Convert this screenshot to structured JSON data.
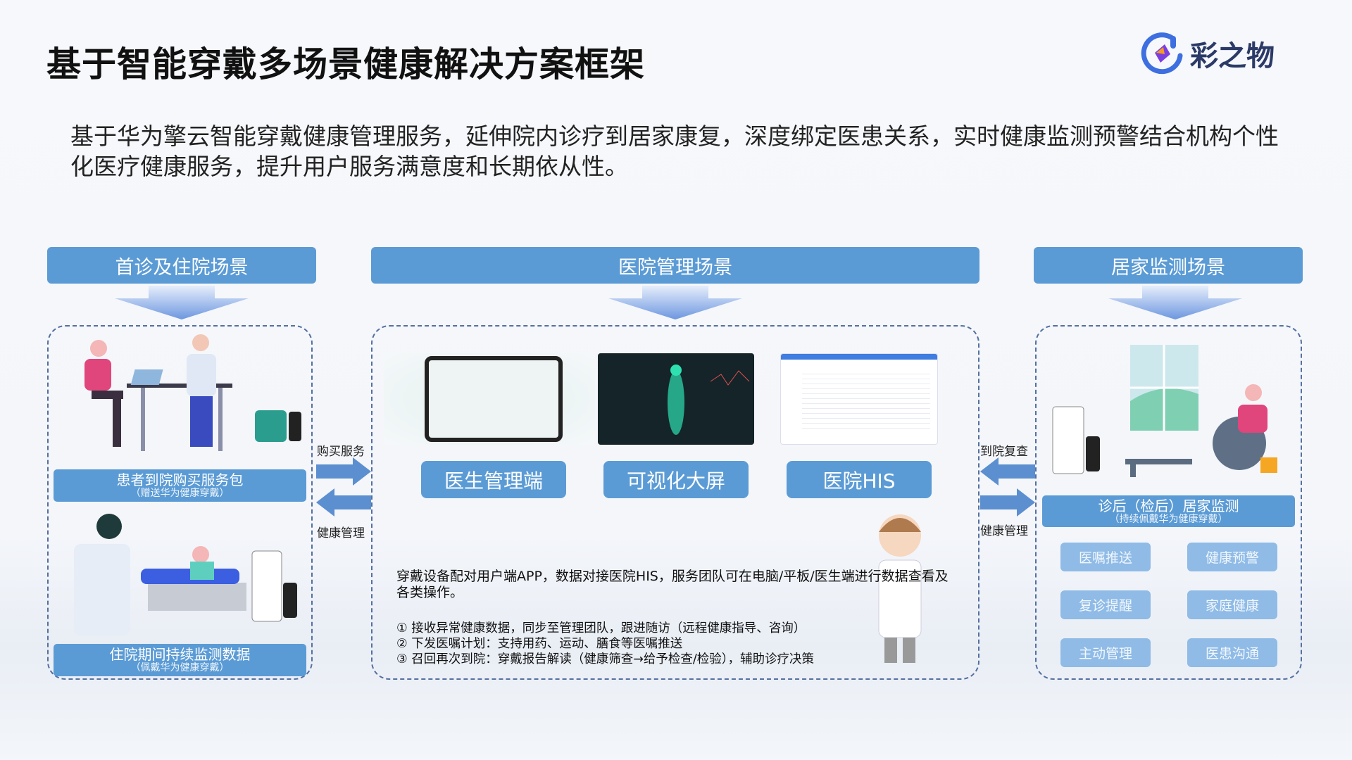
{
  "title": "基于智能穿戴多场景健康解决方案框架",
  "logo": {
    "text": "彩之物"
  },
  "description": "基于华为擎云智能穿戴健康管理服务，延伸院内诊疗到居家康复，深度绑定医患关系，实时健康监测预警结合机构个性化医疗健康服务，提升用户服务满意度和长期依从性。",
  "colors": {
    "accent": "#5b9bd5",
    "light_accent": "#8fbbe6",
    "dashed_border": "#5470a0"
  },
  "sections": {
    "left": {
      "header": "首诊及住院场景",
      "bar1": {
        "main": "患者到院购买服务包",
        "sub": "（赠送华为健康穿戴）"
      },
      "bar2": {
        "main": "住院期间持续监测数据",
        "sub": "（佩戴华为健康穿戴）"
      }
    },
    "middle": {
      "header": "医院管理场景",
      "buttons": [
        "医生管理端",
        "可视化大屏",
        "医院HIS"
      ],
      "body": "穿戴设备配对用户端APP，数据对接医院HIS，服务团队可在电脑/平板/医生端进行数据查看及各类操作。",
      "list": [
        "① 接收异常健康数据，同步至管理团队，跟进随访（远程健康指导、咨询）",
        "② 下发医嘱计划：支持用药、运动、膳食等医嘱推送",
        "③ 召回再次到院：穿戴报告解读（健康筛查→给予检查/检验），辅助诊疗决策"
      ]
    },
    "right": {
      "header": "居家监测场景",
      "bar": {
        "main": "诊后（检后）居家监测",
        "sub": "（持续佩戴华为健康穿戴）"
      },
      "features": [
        "医嘱推送",
        "健康预警",
        "复诊提醒",
        "家庭健康",
        "主动管理",
        "医患沟通"
      ]
    }
  },
  "connectors": {
    "left": {
      "top": "购买服务",
      "bottom": "健康管理"
    },
    "right": {
      "top": "到院复查",
      "bottom": "健康管理"
    }
  }
}
